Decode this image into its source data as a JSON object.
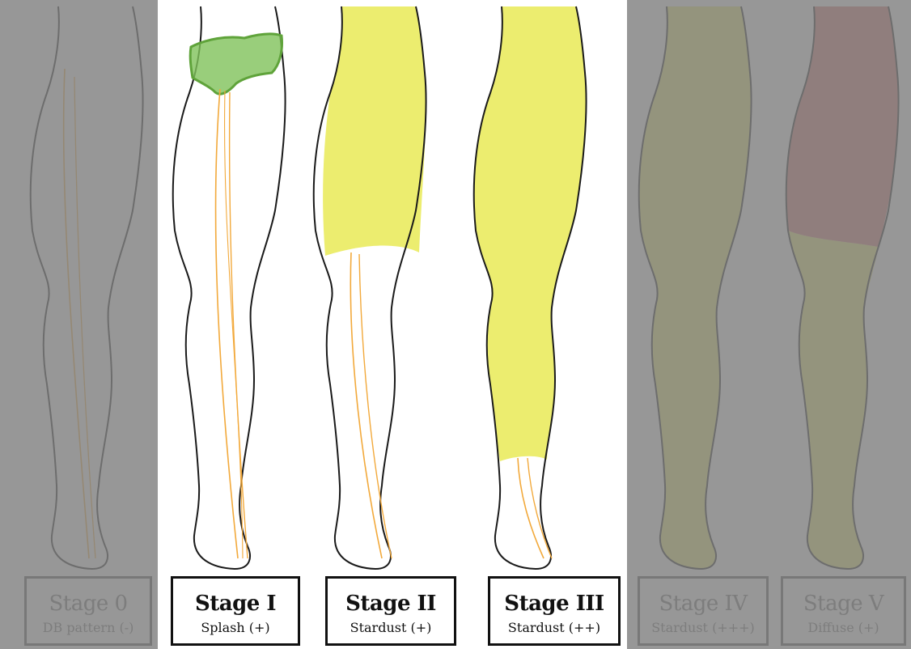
{
  "stages": [
    {
      "title": "Stage 0",
      "subtitle": "DB pattern (-)",
      "active": false,
      "fill": "none"
    },
    {
      "title": "Stage I",
      "subtitle": "Splash (+)",
      "active": true,
      "fill": "#7fc25a"
    },
    {
      "title": "Stage II",
      "subtitle": "Stardust (+)",
      "active": true,
      "fill": "#eced6f"
    },
    {
      "title": "Stage III",
      "subtitle": "Stardust (++)",
      "active": true,
      "fill": "#eced6f"
    },
    {
      "title": "Stage IV",
      "subtitle": "Stardust (+++)",
      "active": false,
      "fill": "#eced6f"
    },
    {
      "title": "Stage V",
      "subtitle": "Diffuse (+)",
      "active": false,
      "fill": "#d9776f"
    }
  ],
  "colors": {
    "outline": "#1a1a1a",
    "lymphatic_vessel": "#f2a93b",
    "dimmed_overlay": "#808080"
  }
}
